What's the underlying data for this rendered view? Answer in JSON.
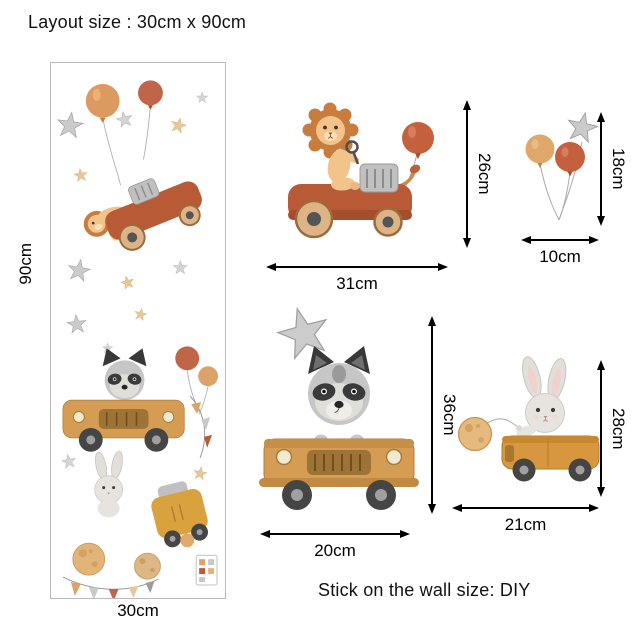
{
  "page": {
    "layout_size_label": "Layout size : 30cm x 90cm",
    "wall_size_label": "Stick on the wall size: DIY"
  },
  "sheet": {
    "height_label": "90cm",
    "width_label": "30cm"
  },
  "items": {
    "lion_car": {
      "width_label": "31cm",
      "height_label": "26cm"
    },
    "balloons": {
      "width_label": "10cm",
      "height_label": "18cm"
    },
    "raccoon_car": {
      "width_label": "20cm",
      "height_label": "36cm"
    },
    "bunny_car": {
      "width_label": "21cm",
      "height_label": "28cm"
    }
  },
  "colors": {
    "rust_red_car": "#b85a36",
    "balloon_rust": "#c4603e",
    "balloon_orange": "#dd9a60",
    "car_tan": "#d59d54",
    "car_yellow": "#d9a23f",
    "star_gray": "#cbcbcb",
    "star_tan": "#e8c89a",
    "lion_fur": "#f2c48c",
    "lion_mane": "#c87c3e",
    "raccoon_gray": "#c6c6c6",
    "dimension_text": "#000000"
  }
}
